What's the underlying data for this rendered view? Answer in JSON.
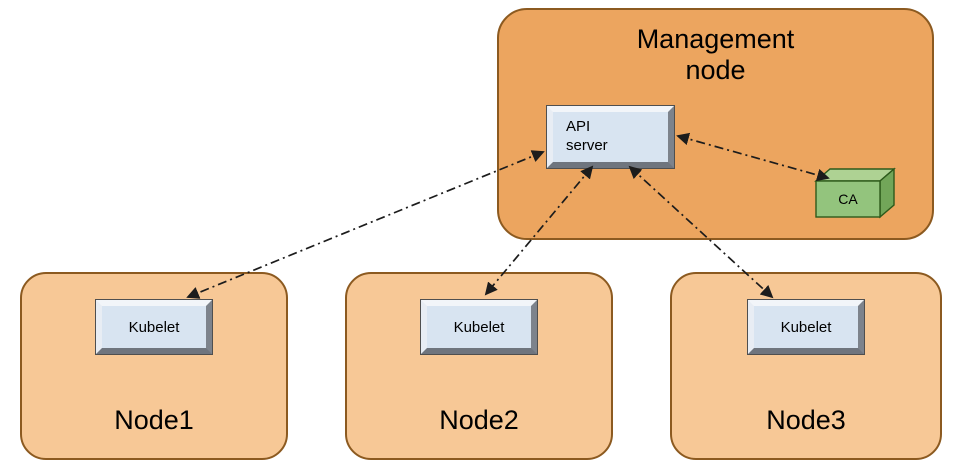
{
  "management_node": {
    "label": "Management\nnode"
  },
  "api_server": {
    "label": "API\nserver"
  },
  "ca": {
    "label": "CA"
  },
  "nodes": [
    {
      "label": "Node1",
      "component": "Kubelet"
    },
    {
      "label": "Node2",
      "component": "Kubelet"
    },
    {
      "label": "Node3",
      "component": "Kubelet"
    }
  ],
  "colors": {
    "management_fill": "#eca55f",
    "node_fill": "#f7c896",
    "box_border": "#8c5a20",
    "component_fill": "#d8e4f1",
    "ca_front": "#93c47d",
    "ca_top": "#aed293",
    "ca_side": "#72a659",
    "arrow": "#1c1c1c"
  }
}
